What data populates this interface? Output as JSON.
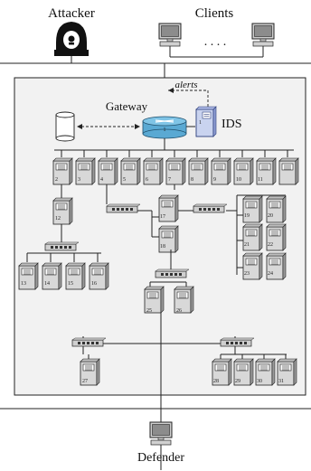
{
  "labels": {
    "attacker": "Attacker",
    "clients": "Clients",
    "clients_ellipsis": ". . . .",
    "alerts": "alerts",
    "gateway": "Gateway",
    "ids": "IDS",
    "defender": "Defender"
  },
  "nodes": {
    "gateway": "1",
    "ids": "1",
    "row_servers": [
      "2",
      "3",
      "4",
      "5",
      "6",
      "7",
      "8",
      "9",
      "10",
      "11"
    ],
    "left_branch": [
      "12",
      "13",
      "14",
      "15",
      "16"
    ],
    "mid_branch": [
      "17",
      "18"
    ],
    "right_grid": [
      "19",
      "20",
      "21",
      "22",
      "23",
      "24"
    ],
    "center_pair": [
      "25",
      "26"
    ],
    "bottom_left": [
      "27"
    ],
    "bottom_right": [
      "28",
      "29",
      "30",
      "31"
    ]
  },
  "colors": {
    "panel_fill": "#f2f2f2",
    "server_fill": "#d8d8d8",
    "ids_fill": "#c9d3ef",
    "router_fill": "#7fc4e6",
    "line": "#222222"
  }
}
